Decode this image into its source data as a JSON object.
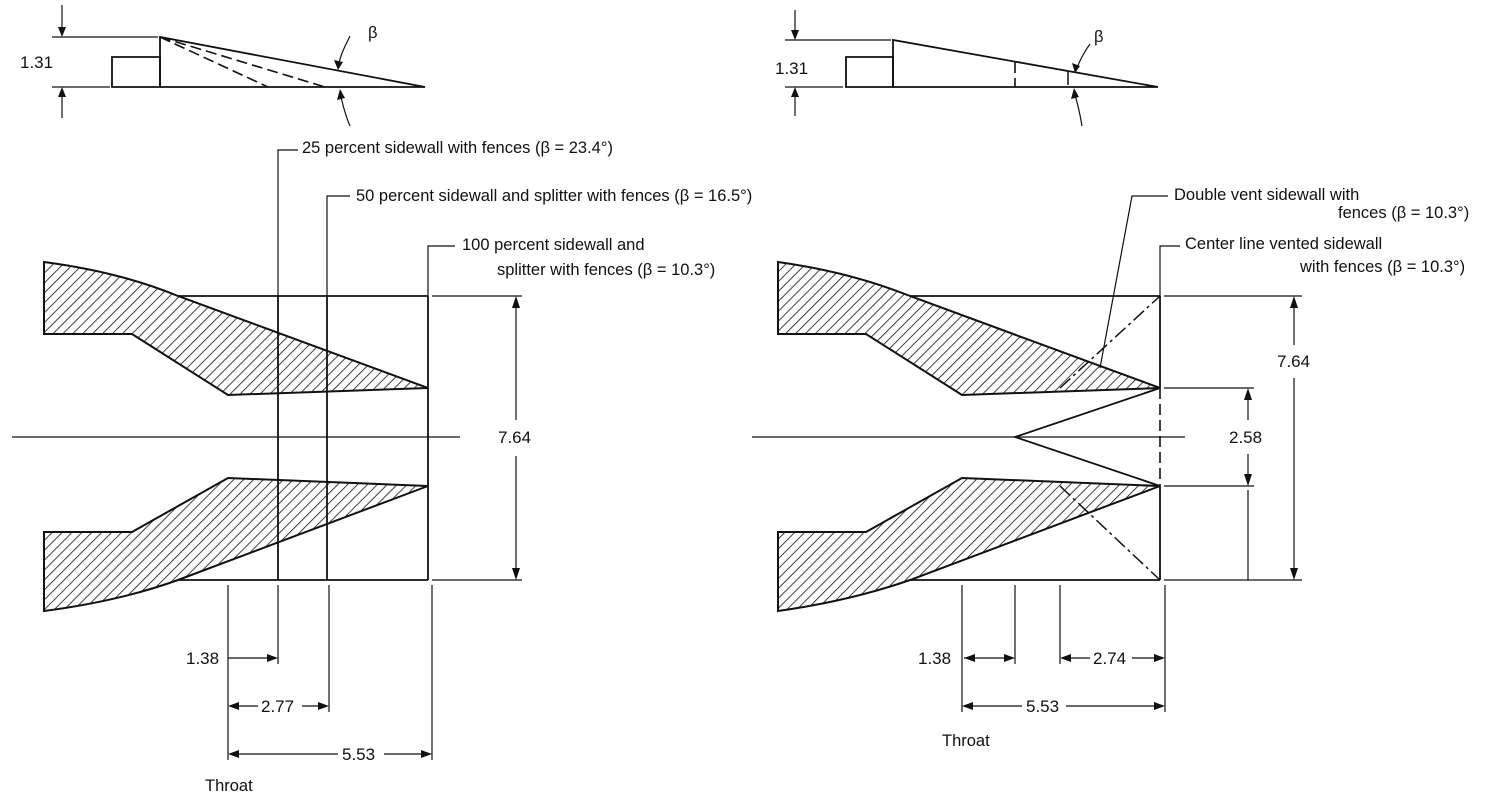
{
  "labels": {
    "beta": "β",
    "depth_dim": "1.31",
    "left_annotations": [
      "25 percent sidewall with fences (β = 23.4°)",
      "50 percent sidewall and splitter with fences (β = 16.5°)",
      "100 percent sidewall and",
      "splitter with fences (β = 10.3°)"
    ],
    "right_annotations": [
      "Double vent sidewall with",
      "fences (β = 10.3°)",
      "Center line vented sidewall",
      "with fences (β = 10.3°)"
    ],
    "left_dims": {
      "height": "7.64",
      "d1": "1.38",
      "d2": "2.77",
      "d3": "5.53",
      "throat": "Throat"
    },
    "right_dims": {
      "height": "7.64",
      "gap": "2.58",
      "d1": "1.38",
      "d2": "2.74",
      "d3": "5.53",
      "throat": "Throat"
    }
  }
}
